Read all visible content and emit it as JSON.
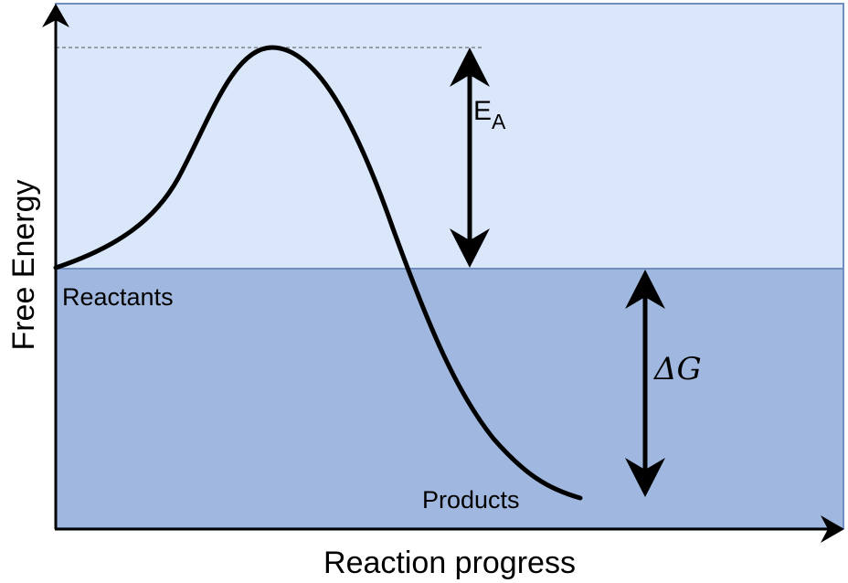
{
  "diagram": {
    "x_axis_label": "Reaction progress",
    "y_axis_label": "Free Energy",
    "reactants_label": "Reactants",
    "products_label": "Products",
    "activation_energy": {
      "main": "E",
      "subscript": "A"
    },
    "delta_g_label": "ΔG"
  },
  "colors": {
    "upper_region": "#dae7fa",
    "lower_region": "#a0b8df",
    "region_border": "#6e8fbf",
    "curve": "#000000",
    "dashed_line": "#555555"
  }
}
